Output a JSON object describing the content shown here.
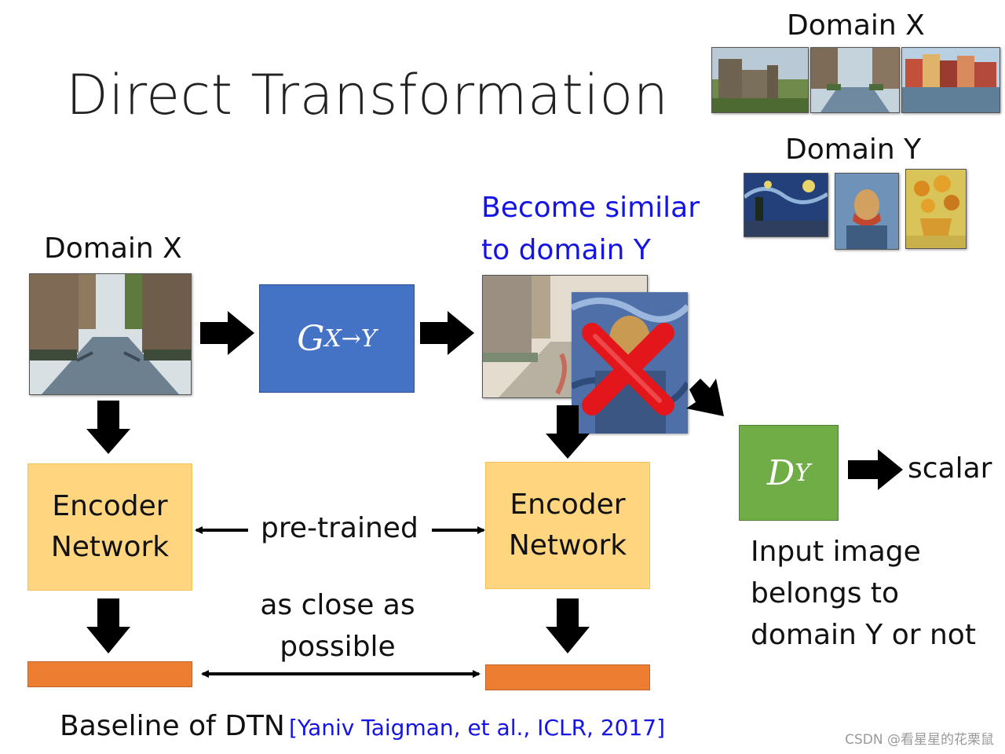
{
  "title": "Direct Transformation",
  "corner": {
    "domain_x_label": "Domain X",
    "domain_y_label": "Domain Y"
  },
  "left": {
    "domain_x_label": "Domain X"
  },
  "generator": {
    "symbol": "G",
    "subscript": "X→Y"
  },
  "become_similar": {
    "line1": "Become similar",
    "line2": "to domain Y"
  },
  "discriminator": {
    "symbol": "D",
    "subscript": "Y"
  },
  "scalar_label": "scalar",
  "discriminator_desc": {
    "line1": "Input image",
    "line2": "belongs to",
    "line3": "domain Y or not"
  },
  "encoder_left": {
    "line1": "Encoder",
    "line2": "Network"
  },
  "encoder_right": {
    "line1": "Encoder",
    "line2": "Network"
  },
  "pretrained_label": "pre-trained",
  "close_label": {
    "line1": "as close as",
    "line2": "possible"
  },
  "baseline": {
    "text": "Baseline of DTN",
    "citation": "[Yaniv Taigman, et al., ICLR, 2017]"
  },
  "watermark": "CSDN @看星星的花栗鼠",
  "colors": {
    "generator_box": "#4472c4",
    "discriminator_box": "#70ad47",
    "encoder_box": "#ffd580",
    "feature_bar": "#ed7d31",
    "highlight_text": "#1414e6",
    "cross": "#e3161b"
  }
}
